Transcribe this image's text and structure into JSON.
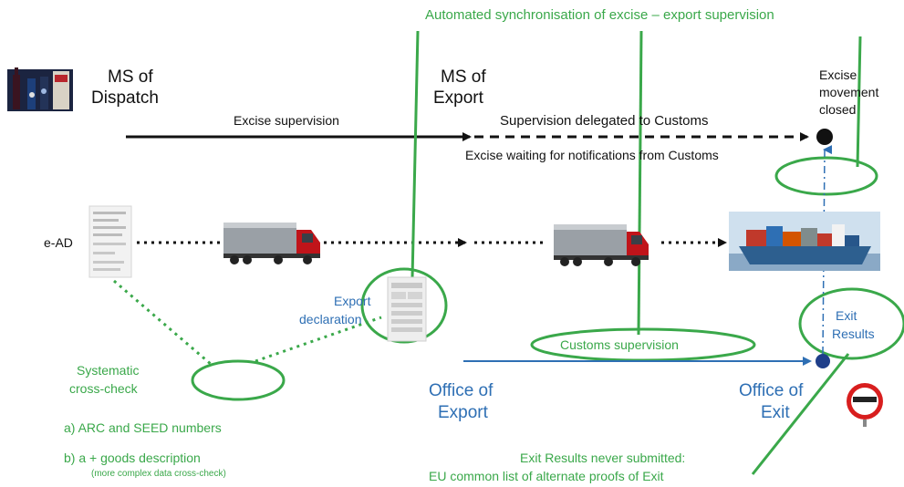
{
  "colors": {
    "green": "#3aa84a",
    "blue": "#2e6fb4",
    "black": "#111111",
    "truck_red": "#c0141a",
    "ship_blue": "#2d5f8f"
  },
  "top_title": "Automated synchronisation of excise – export supervision",
  "ms_dispatch": {
    "line1": "MS of",
    "line2": "Dispatch"
  },
  "ms_export": {
    "line1": "MS of",
    "line2": "Export"
  },
  "excise_closed": {
    "line1": "Excise",
    "line2": "movement",
    "line3": "closed"
  },
  "excise_supervision": "Excise supervision",
  "delegated": "Supervision delegated to Customs",
  "waiting": "Excise waiting for notifications from Customs",
  "ead": "e-AD",
  "export_declaration": {
    "line1": "Export",
    "line2": "declaration"
  },
  "exit_results": {
    "line1": "Exit",
    "line2": "Results"
  },
  "customs_supervision": "Customs supervision",
  "systematic": {
    "line1": "Systematic",
    "line2": "cross-check"
  },
  "office_export": {
    "line1": "Office of",
    "line2": "Export"
  },
  "office_exit": {
    "line1": "Office of",
    "line2": "Exit"
  },
  "item_a": "a) ARC and SEED numbers",
  "item_b": "b) a + goods description",
  "item_b_note": "(more complex data cross-check)",
  "note_line1": "Exit Results never submitted:",
  "note_line2": "EU common list of alternate proofs of Exit",
  "icons": [
    "wine-bottles-icon",
    "document-icon",
    "truck-icon",
    "ship-icon",
    "no-entry-sign-icon"
  ]
}
